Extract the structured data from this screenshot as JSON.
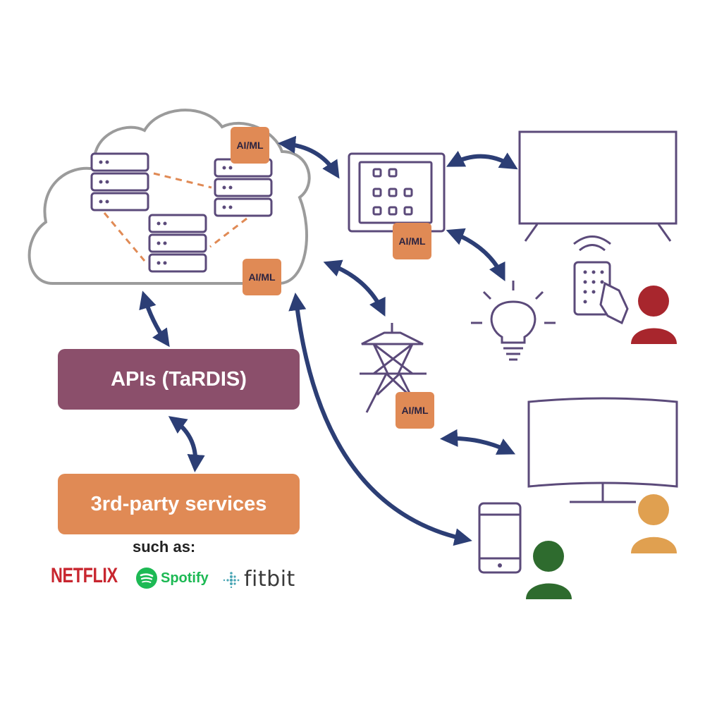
{
  "labels": {
    "aiml_cloud_top": "AI/ML",
    "aiml_cloud_bottom": "AI/ML",
    "aiml_hub": "AI/ML",
    "aiml_tower": "AI/ML",
    "apis": "APIs (TaRDIS)",
    "third_party": "3rd-party services",
    "such_as": "such as:"
  },
  "brands": {
    "netflix": "NETFLIX",
    "spotify": "Spotify",
    "fitbit": "fitbit"
  },
  "icons": [
    "cloud-icon",
    "server-icon",
    "control-panel-icon",
    "tv-icon",
    "remote-icon",
    "lightbulb-icon",
    "power-tower-icon",
    "monitor-icon",
    "smartphone-icon",
    "person-icon"
  ],
  "colors": {
    "device_stroke": "#5b4a7a",
    "arrow": "#2c3e75",
    "aiml_badge": "#e08a55",
    "apis_box": "#8b4f6b",
    "third_party_box": "#e08a55",
    "person_red": "#a8262d",
    "person_orange": "#e0a050",
    "person_green": "#2e6b2e",
    "netflix": "#c8262f",
    "spotify": "#1db954"
  }
}
